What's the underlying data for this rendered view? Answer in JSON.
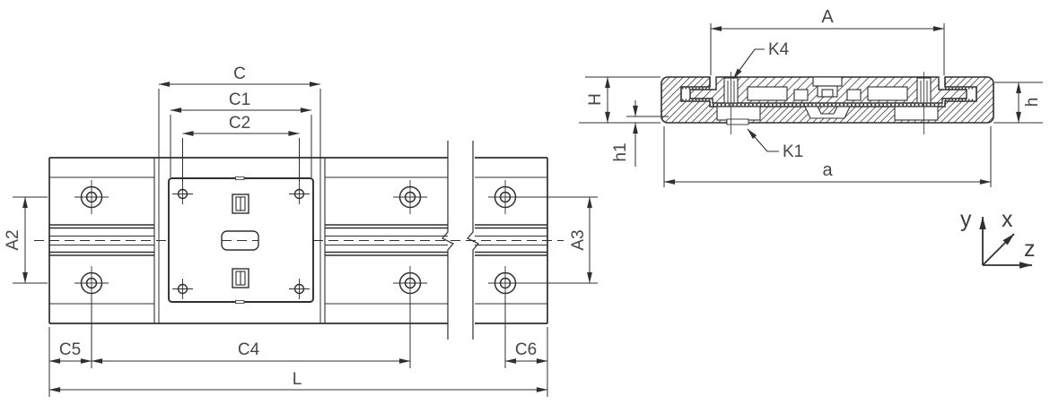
{
  "drawing": {
    "title": "linear-slide-table-dimension-drawing",
    "plan": {
      "C": "C",
      "C1": "C1",
      "C2": "C2",
      "A2": "A2",
      "A3": "A3",
      "C5": "C5",
      "C4": "C4",
      "C6": "C6",
      "L": "L"
    },
    "section": {
      "A": "A",
      "K4": "K4",
      "K1": "K1",
      "H": "H",
      "h1": "h1",
      "h": "h",
      "a": "a"
    },
    "axes": {
      "x": "x",
      "y": "y",
      "z": "z"
    },
    "colors": {
      "line": "#2f2f2f",
      "text": "#474747",
      "background": "#ffffff"
    }
  }
}
